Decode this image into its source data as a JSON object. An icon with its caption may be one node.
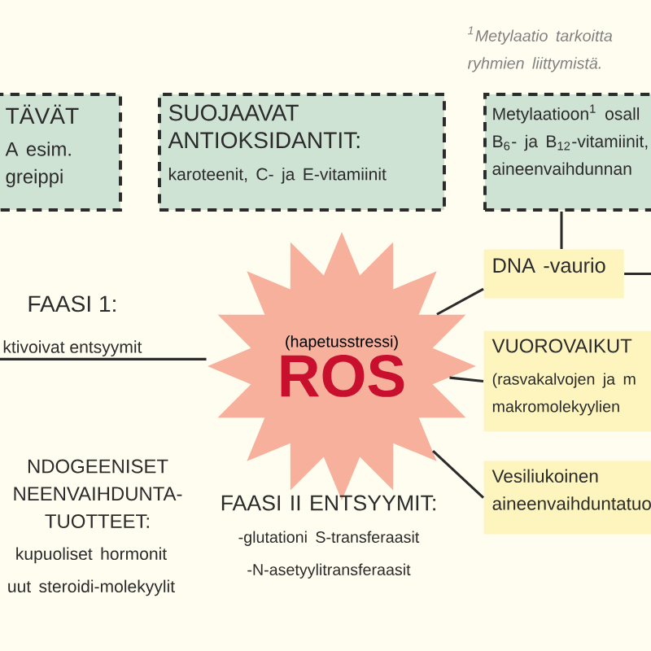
{
  "diagram": {
    "nodes": [
      {
        "text": [
          "TÄVÄT",
          "A esim. greippi"
        ]
      },
      {
        "text": [
          "SUOJAAVAT ANTIOKSIDANTIT:",
          "karoteenit, C- ja E-vitamiinit"
        ]
      },
      {
        "text": [
          "Metylaatioon$^{1}$ osall B$_{6}$- ja B$_{12}$-vitamiinit, aineenvaihdunnan"
        ]
      },
      {
        "text": [
          "(hapetusstressi)",
          "ROS"
        ]
      },
      {
        "text": [
          "DNA -vaurio"
        ]
      },
      {
        "text": [
          "VUOROVAIKUT",
          "(rasvakalvojen ja m makromolekyylien"
        ]
      },
      {
        "text": [
          "Vesiliukoinen aineenvaihduntatuo"
        ]
      },
      {
        "text": [
          "FAASI 1:",
          "ktivoivat entsyymit"
        ]
      }
    ],
    "edges": [
      {
        "from": 2,
        "to": 4,
        "arrow": "none"
      },
      {
        "from": 3,
        "to": 4,
        "arrow": "none"
      },
      {
        "from": 4,
        "to": null,
        "arrow": "none"
      },
      {
        "from": 3,
        "to": 5,
        "arrow": "none"
      },
      {
        "from": 3,
        "to": 6,
        "arrow": "none"
      },
      {
        "from": 7,
        "to": 3,
        "arrow": "none"
      }
    ],
    "labels": [
      "$^{1}$Metylaatio tarkoitta ryhmien liittymistä.",
      "NDOGEENISET NEENVAIHDUNTA- TUOTTEET:",
      "kupuoliset hormonit",
      "uut steroidi-molekyylit",
      "FAASI II ENTSYYMIT:",
      "-glutationi S-transferaasit",
      "-N-asetyylitransferaasit"
    ]
  }
}
